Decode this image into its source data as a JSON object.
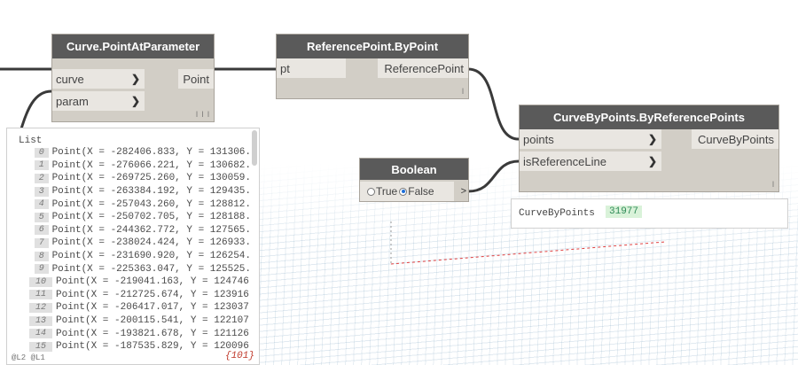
{
  "nodes": {
    "curve_point": {
      "title": "Curve.PointAtParameter",
      "inputs": [
        "curve",
        "param"
      ],
      "output": "Point",
      "lacing": "l l l"
    },
    "ref_point": {
      "title": "ReferencePoint.ByPoint",
      "inputs": [
        "pt"
      ],
      "output": "ReferencePoint",
      "lacing": "l"
    },
    "curve_by_points": {
      "title": "CurveByPoints.ByReferencePoints",
      "inputs": [
        "points",
        "isReferenceLine"
      ],
      "output": "CurveByPoints",
      "lacing": "l"
    },
    "boolean": {
      "title": "Boolean",
      "option_true": "True",
      "option_false": "False",
      "selected": "False",
      "output_arrow": ">"
    }
  },
  "preview_list": {
    "title": "List",
    "rows": [
      {
        "index": "0",
        "text": "Point(X = -282406.833, Y = 131306."
      },
      {
        "index": "1",
        "text": "Point(X = -276066.221, Y = 130682."
      },
      {
        "index": "2",
        "text": "Point(X = -269725.260, Y = 130059."
      },
      {
        "index": "3",
        "text": "Point(X = -263384.192, Y = 129435."
      },
      {
        "index": "4",
        "text": "Point(X = -257043.260, Y = 128812."
      },
      {
        "index": "5",
        "text": "Point(X = -250702.705, Y = 128188."
      },
      {
        "index": "6",
        "text": "Point(X = -244362.772, Y = 127565."
      },
      {
        "index": "7",
        "text": "Point(X = -238024.424, Y = 126933."
      },
      {
        "index": "8",
        "text": "Point(X = -231690.920, Y = 126254."
      },
      {
        "index": "9",
        "text": "Point(X = -225363.047, Y = 125525."
      },
      {
        "index": "10",
        "text": "Point(X = -219041.163, Y = 124746"
      },
      {
        "index": "11",
        "text": "Point(X = -212725.674, Y = 123916"
      },
      {
        "index": "12",
        "text": "Point(X = -206417.017, Y = 123037"
      },
      {
        "index": "13",
        "text": "Point(X = -200115.541, Y = 122107"
      },
      {
        "index": "14",
        "text": "Point(X = -193821.678, Y = 121126"
      },
      {
        "index": "15",
        "text": "Point(X = -187535.829, Y = 120096"
      }
    ],
    "levels": "@L2 @L1",
    "count": "{101}"
  },
  "curve_preview": {
    "label": "CurveByPoints",
    "value": "31977"
  },
  "colors": {
    "node_header": "#5a5a5a",
    "node_body": "#d2cec6",
    "wire": "#3a3a3a",
    "count_text": "#c0392b",
    "value_badge": "#d9f2d9"
  }
}
